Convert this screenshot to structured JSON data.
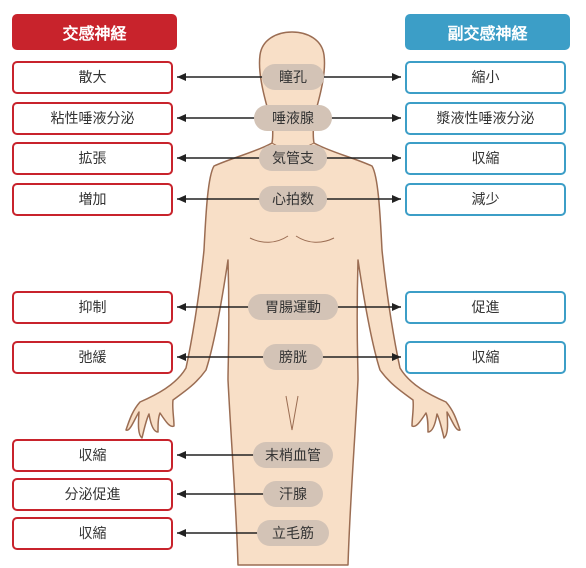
{
  "headers": {
    "sympathetic": "交感神経",
    "parasympathetic": "副交感神経"
  },
  "rows": [
    {
      "organ": "瞳孔",
      "sympathetic": "散大",
      "parasympathetic": "縮小"
    },
    {
      "organ": "唾液腺",
      "sympathetic": "粘性唾液分泌",
      "parasympathetic": "漿液性唾液分泌"
    },
    {
      "organ": "気管支",
      "sympathetic": "拡張",
      "parasympathetic": "収縮"
    },
    {
      "organ": "心拍数",
      "sympathetic": "増加",
      "parasympathetic": "減少"
    },
    {
      "organ": "胃腸運動",
      "sympathetic": "抑制",
      "parasympathetic": "促進"
    },
    {
      "organ": "膀胱",
      "sympathetic": "弛緩",
      "parasympathetic": "収縮"
    },
    {
      "organ": "末梢血管",
      "sympathetic": "収縮",
      "parasympathetic": null
    },
    {
      "organ": "汗腺",
      "sympathetic": "分泌促進",
      "parasympathetic": null
    },
    {
      "organ": "立毛筋",
      "sympathetic": "収縮",
      "parasympathetic": null
    }
  ],
  "colors": {
    "sympathetic": "#c8232c",
    "parasympathetic": "#3c9ec7",
    "body_fill": "#f8dfc7",
    "body_stroke": "#9b6d53",
    "organ_pill": "#d3c3b6",
    "arrow": "#222222"
  }
}
